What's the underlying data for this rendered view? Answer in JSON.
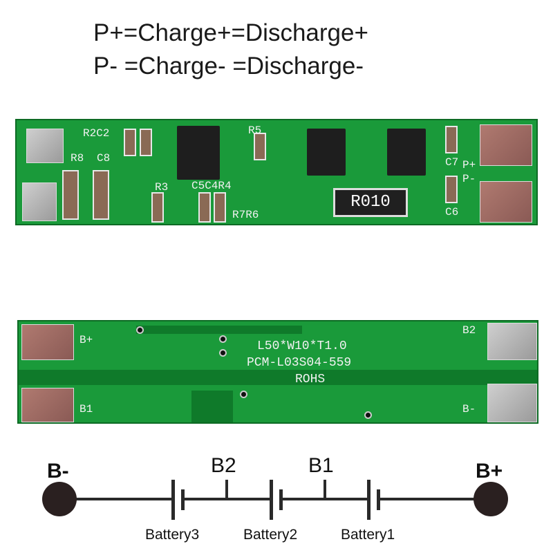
{
  "title": {
    "line1": "P+=Charge+=Discharge+",
    "line2": "P- =Charge- =Discharge-"
  },
  "top_board": {
    "labels": [
      "R2C2",
      "R8",
      "C8",
      "R5",
      "R3",
      "C5C4R4",
      "R7R6",
      "C7",
      "P+",
      "P-",
      "C6"
    ],
    "shunt_label": "R010"
  },
  "bottom_board": {
    "labels": [
      "B+",
      "B1",
      "B2",
      "B-"
    ],
    "marking": [
      "L50*W10*T1.0",
      "PCM-L03S04-559",
      "ROHS"
    ]
  },
  "schematic": {
    "terminal_left": "B-",
    "terminal_right": "B+",
    "taps": [
      "B2",
      "B1"
    ],
    "batteries": [
      "Battery3",
      "Battery2",
      "Battery1"
    ]
  },
  "colors": {
    "pcb": "#1a9a3a",
    "text": "#1a1a1a"
  }
}
